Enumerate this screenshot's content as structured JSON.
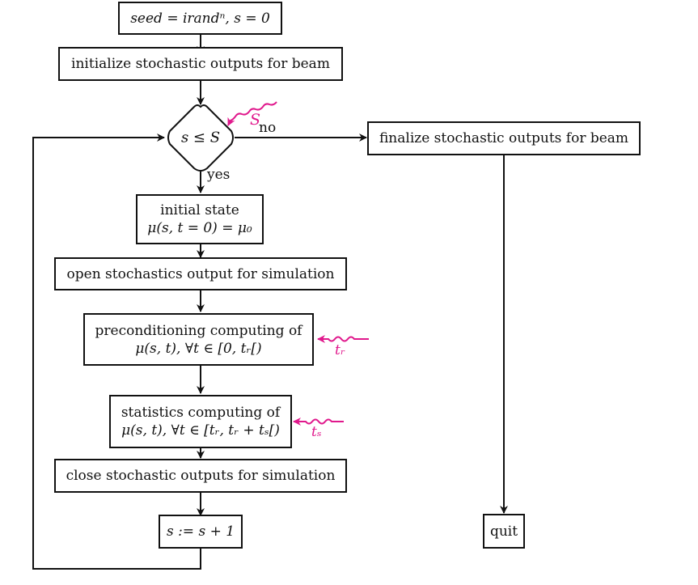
{
  "diagram": {
    "type": "flowchart",
    "colors": {
      "stroke": "#111111",
      "annotation": "#e0188c",
      "background": "#ffffff"
    },
    "nodes": {
      "seed": {
        "text": "seed = irandⁿ, s = 0"
      },
      "init_beam": {
        "text": "initialize stochastic outputs for beam"
      },
      "loop_condition": {
        "text": "s ≤ S"
      },
      "finalize_beam": {
        "text": "finalize stochastic outputs for beam"
      },
      "initial_state": {
        "line1": "initial state",
        "line2": "μ(s, t = 0) = μ₀"
      },
      "open_sim": {
        "text": "open stochastics output for simulation"
      },
      "precond": {
        "line1": "preconditioning computing of",
        "line2": "μ(s, t), ∀t ∈ [0, tᵣ[)"
      },
      "stats": {
        "line1": "statistics computing of",
        "line2": "μ(s, t), ∀t ∈ [tᵣ, tᵣ + tₛ[)"
      },
      "close_sim": {
        "text": "close stochastic outputs for simulation"
      },
      "increment": {
        "text": "s := s + 1"
      },
      "quit": {
        "text": "quit"
      }
    },
    "edge_labels": {
      "no": "no",
      "yes": "yes"
    },
    "annotations": {
      "S": "S",
      "t_r": "tᵣ",
      "t_s": "tₛ"
    }
  }
}
